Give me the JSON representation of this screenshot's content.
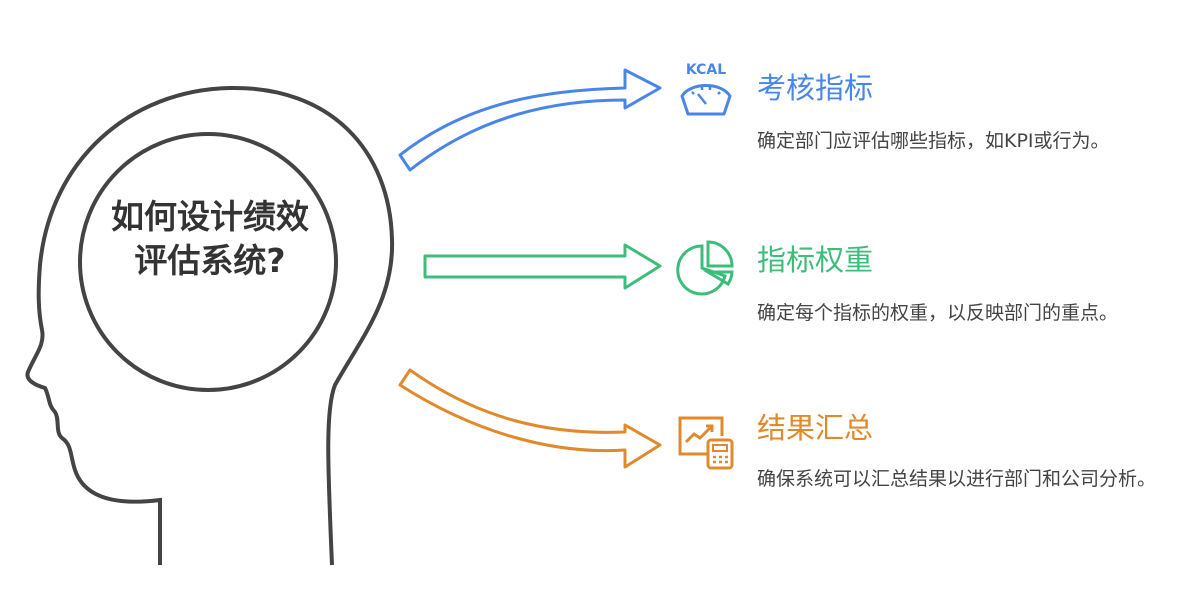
{
  "center": {
    "question": "如何设计绩效评估系统?"
  },
  "items": [
    {
      "title": "考核指标",
      "description": "确定部门应评估哪些指标，如KPI或行为。",
      "color": "#4a86e8",
      "icon": "kcal-scale-icon",
      "icon_text": "KCAL"
    },
    {
      "title": "指标权重",
      "description": "确定每个指标的权重，以反映部门的重点。",
      "color": "#3cbd7a",
      "icon": "pie-chart-icon"
    },
    {
      "title": "结果汇总",
      "description": "确保系统可以汇总结果以进行部门和公司分析。",
      "color": "#e08a2c",
      "icon": "chart-calculator-icon"
    }
  ]
}
